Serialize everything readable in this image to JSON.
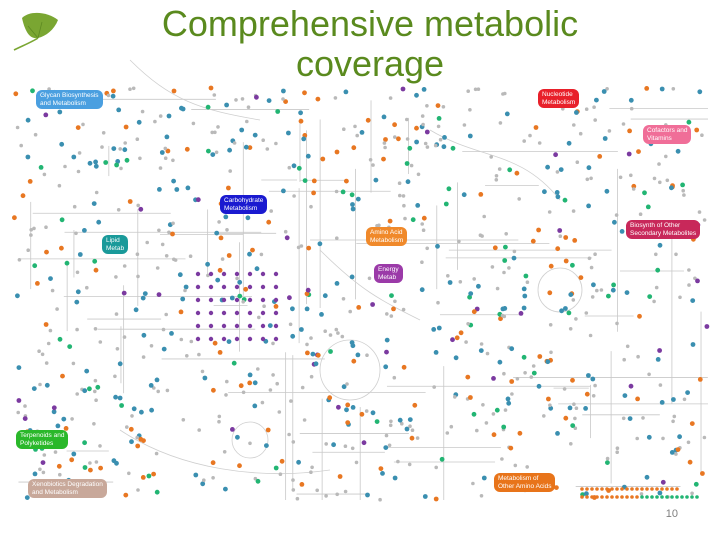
{
  "slide": {
    "title": "Comprehensive metabolic coverage",
    "page_number": "10"
  },
  "pathway_labels": {
    "glycan": [
      "Glycan Biosynthesis",
      "and Metabolism"
    ],
    "nucleotide": [
      "Nucleotide",
      "Metabolism"
    ],
    "cofactors": [
      "Cofactors and",
      "Vitamins"
    ],
    "carbohydrate": [
      "Carbohydrate",
      "Metabolism"
    ],
    "secondary": [
      "Biosynth of Other",
      "Secondary Metabolites"
    ],
    "lipid": [
      "Lipid",
      "Metab"
    ],
    "amino_acid": [
      "Amino Acid",
      "Metabolism"
    ],
    "energy": [
      "Energy",
      "Metab"
    ],
    "terpenoids": [
      "Terpenoids and",
      "Polyketides"
    ],
    "xenobiotics": [
      "Xenobiotics Degradation",
      "and Metabolism"
    ],
    "other_amino": [
      "Metabolism of",
      "Other Amino Acids"
    ]
  },
  "colors": {
    "title": "#5a8a1e",
    "logo_leaf": "#7aa632",
    "map_line": "#c8c8c8",
    "map_node": "#b9b9b9",
    "covered_blue": "#3a8fb0",
    "covered_orange": "#e87722",
    "covered_green": "#22b573",
    "covered_purple": "#7b3aa0",
    "glycan": "#4a9fe0",
    "nucleotide": "#e8202a",
    "cofactors": "#f06e98",
    "carbohydrate": "#1a1ad0",
    "secondary": "#c8285a",
    "lipid": "#1a9a9a",
    "amino_acid": "#f0892a",
    "energy": "#9b3aa8",
    "terpenoids": "#2ab82a",
    "xenobiotics": "#c8a89a",
    "other_amino": "#e8741a"
  }
}
